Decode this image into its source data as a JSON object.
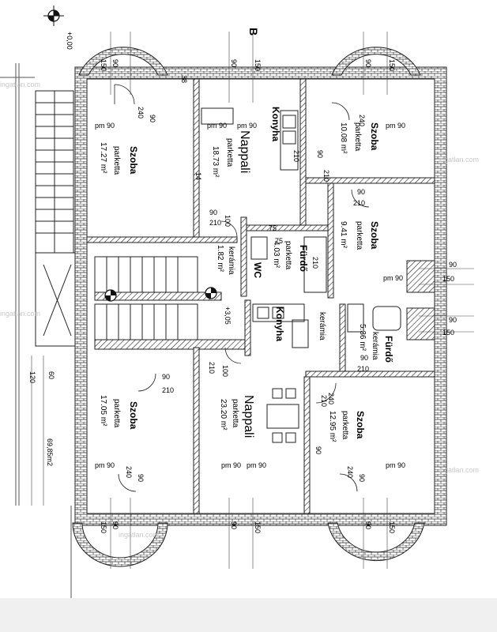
{
  "plan": {
    "north_letter": "B",
    "level_top": "+0,00",
    "level_stair": "+3,05",
    "left_area": "69,85m2",
    "watermark": "ingatlan.com",
    "rooms": [
      {
        "id": "szoba-nw",
        "name": "Szoba",
        "floor": "parketta",
        "area": "17.27 m²",
        "door": "pm 90"
      },
      {
        "id": "nappali-top",
        "name": "Nappali",
        "floor": "parketta",
        "area": "18.73 m²"
      },
      {
        "id": "konyha-top",
        "name": "Konyha"
      },
      {
        "id": "szoba-ne",
        "name": "Szoba",
        "floor": "parketta",
        "area": "10.08 m²",
        "door": "pm 90"
      },
      {
        "id": "szoba-e",
        "name": "Szoba",
        "floor": "parketta",
        "area": "9.41 m²",
        "door": "pm 90"
      },
      {
        "id": "furdo-top",
        "name": "Fürdő",
        "floor": "parketta",
        "area": "4.03 m²"
      },
      {
        "id": "wc",
        "name": "WC"
      },
      {
        "id": "hall",
        "floor": "kerámia",
        "area": "1.82 m²"
      },
      {
        "id": "konyha-bot",
        "name": "Konyha",
        "floor": "kerámia"
      },
      {
        "id": "furdo-bot",
        "name": "Fürdő",
        "floor": "kerámia",
        "area": "5.36 m²"
      },
      {
        "id": "szoba-sw",
        "name": "Szoba",
        "floor": "parketta",
        "area": "17.05 m²",
        "door": "pm 90"
      },
      {
        "id": "nappali-bot",
        "name": "Nappali",
        "floor": "parketta",
        "area": "23.20 m²"
      },
      {
        "id": "szoba-se",
        "name": "Szoba",
        "floor": "parketta",
        "area": "12.95 m²",
        "door": "pm 90"
      }
    ],
    "dims": {
      "d90": "90",
      "d150": "150",
      "d240": "240",
      "d210": "210",
      "d100": "100",
      "d75": "75",
      "d120": "120",
      "d60": "60",
      "d38": "38",
      "d14": "14",
      "pm90": "pm 90"
    }
  }
}
